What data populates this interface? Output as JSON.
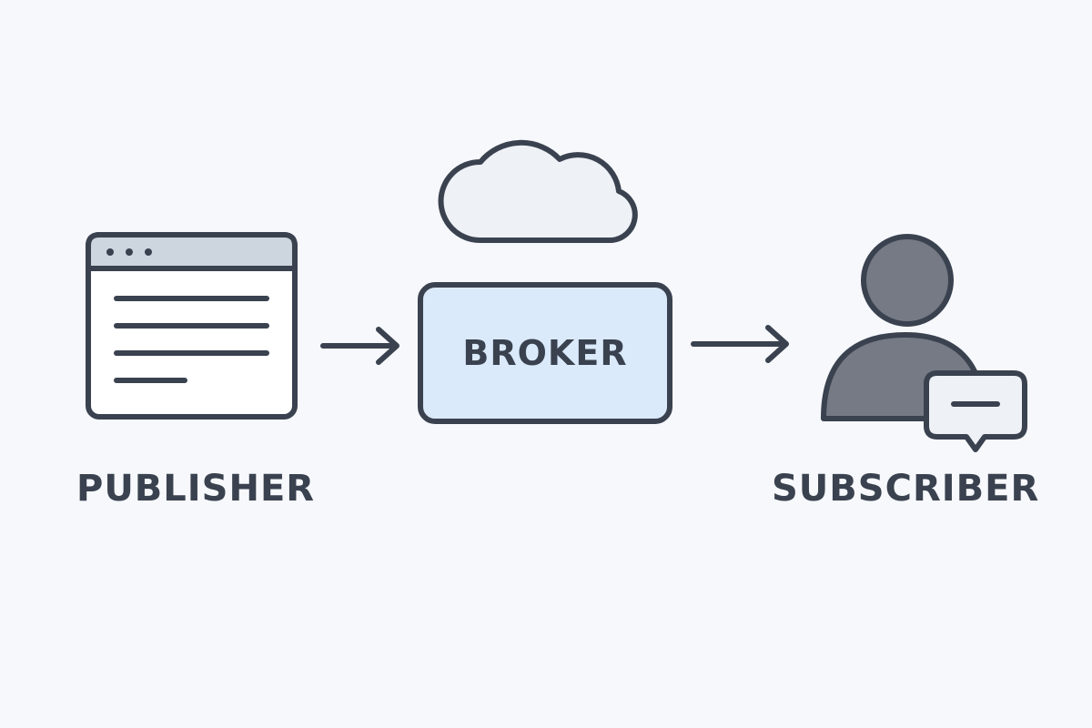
{
  "nodes": {
    "publisher": {
      "label": "PUBLISHER"
    },
    "broker": {
      "label": "BROKER"
    },
    "subscriber": {
      "label": "SUBSCRIBER"
    }
  },
  "icons": {
    "publisher": "browser-window-icon",
    "broker": "cloud-icon",
    "subscriber": "user-icon",
    "message": "chat-bubble-icon"
  },
  "colors": {
    "background": "#f6f8fb",
    "stroke": "#3a4250",
    "broker_fill": "#dbeafa",
    "window_titlebar": "#cdd5df",
    "cloud_fill": "#eef1f5",
    "user_fill": "#767a84",
    "bubble_fill": "#eef1f5"
  }
}
